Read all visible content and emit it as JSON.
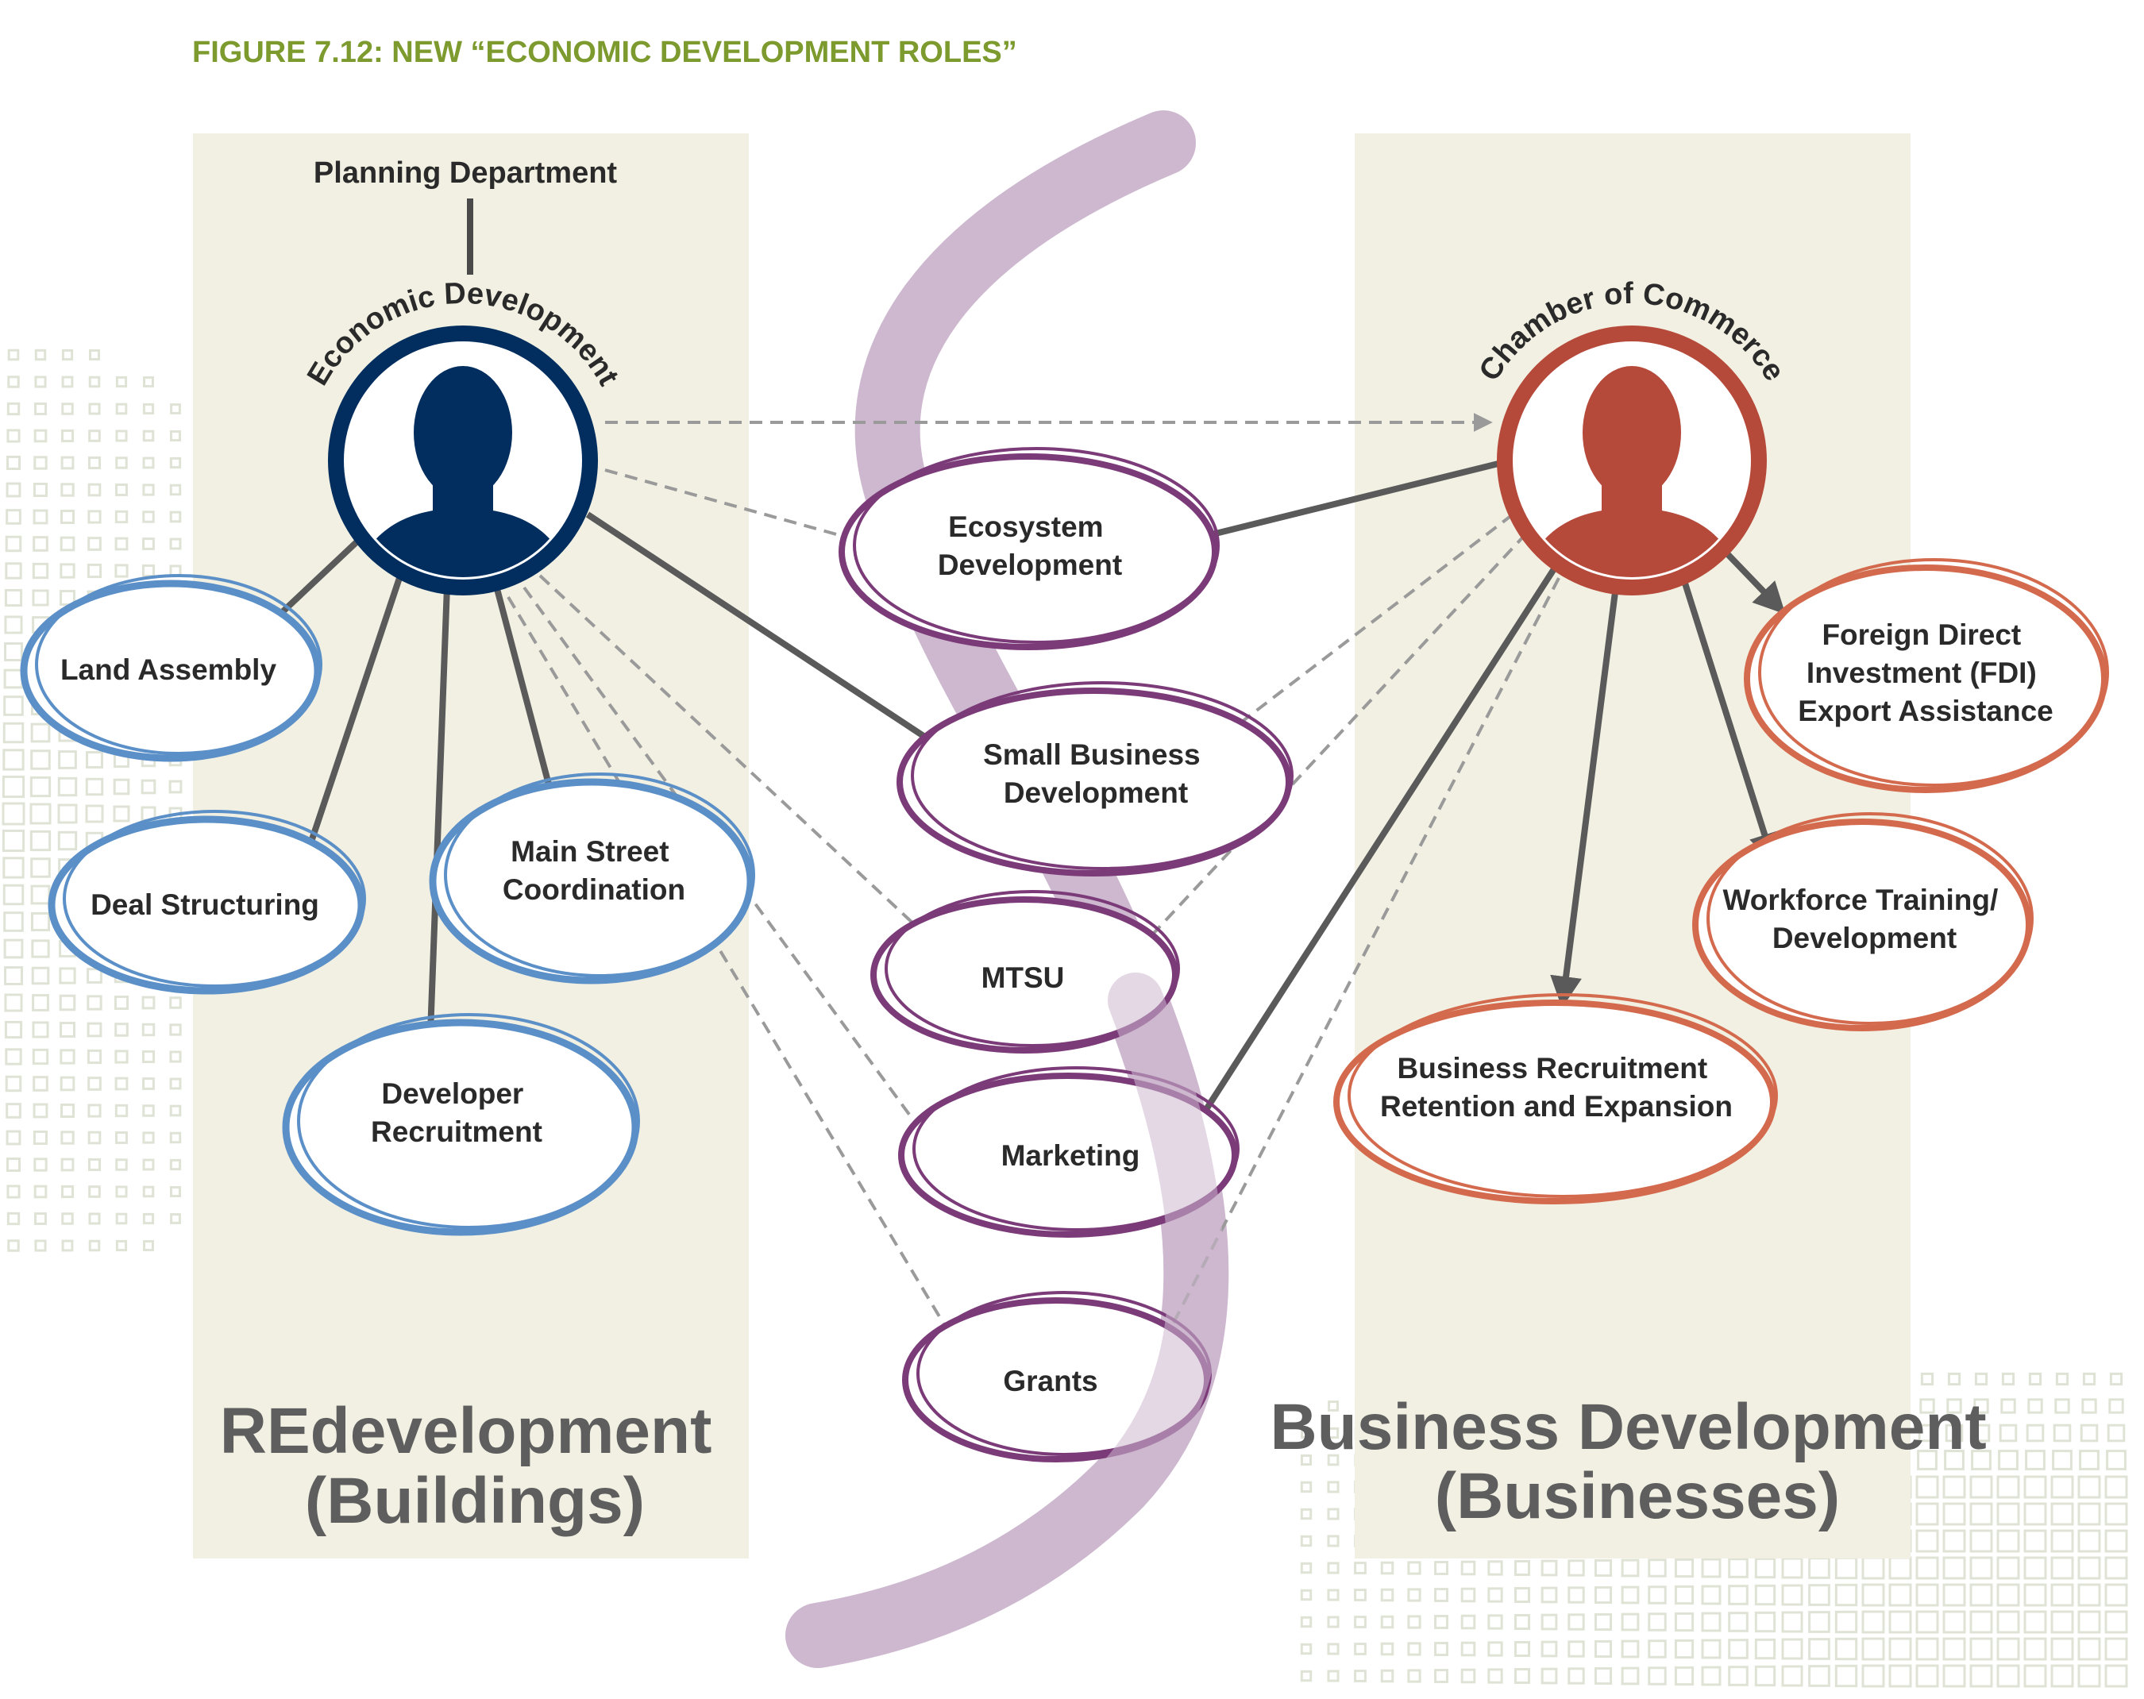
{
  "figure_title": "FIGURE 7.12:  NEW “ECONOMIC DEVELOPMENT ROLES”",
  "colors": {
    "title_green": "#7c9a2d",
    "panel_beige": "#f2f0e2",
    "navy": "#012e5e",
    "rust": "#b5493a",
    "blue_outline": "#5b8fc7",
    "purple_outline": "#7b3a78",
    "orange_outline": "#d36a4d",
    "lavender_band": "#cdb8cf",
    "arrow_gray": "#5a5a5a",
    "dash_gray": "#9a9a9a",
    "dot_gray": "#dfe3d6"
  },
  "left": {
    "parent_label": "Planning Department",
    "actor_label": "Economic Development",
    "caption_line1": "REdevelopment",
    "caption_line2": "(Buildings)",
    "roles": [
      {
        "lines": [
          "Land Assembly"
        ]
      },
      {
        "lines": [
          "Deal Structuring"
        ]
      },
      {
        "lines": [
          "Main Street",
          "Coordination"
        ]
      },
      {
        "lines": [
          "Developer",
          "Recruitment"
        ]
      }
    ]
  },
  "right": {
    "actor_label": "Chamber of Commerce",
    "caption_line1": "Business Development",
    "caption_line2": "(Businesses)",
    "roles": [
      {
        "lines": [
          "Foreign Direct",
          "Investment (FDI)",
          "Export Assistance"
        ]
      },
      {
        "lines": [
          "Workforce Training/",
          "Development"
        ]
      },
      {
        "lines": [
          "Business Recruitment",
          "Retention and Expansion"
        ]
      }
    ]
  },
  "shared": {
    "roles": [
      {
        "lines": [
          "Ecosystem",
          "Development"
        ]
      },
      {
        "lines": [
          "Small Business",
          "Development"
        ]
      },
      {
        "lines": [
          "MTSU"
        ]
      },
      {
        "lines": [
          "Marketing"
        ]
      },
      {
        "lines": [
          "Grants"
        ]
      }
    ]
  }
}
